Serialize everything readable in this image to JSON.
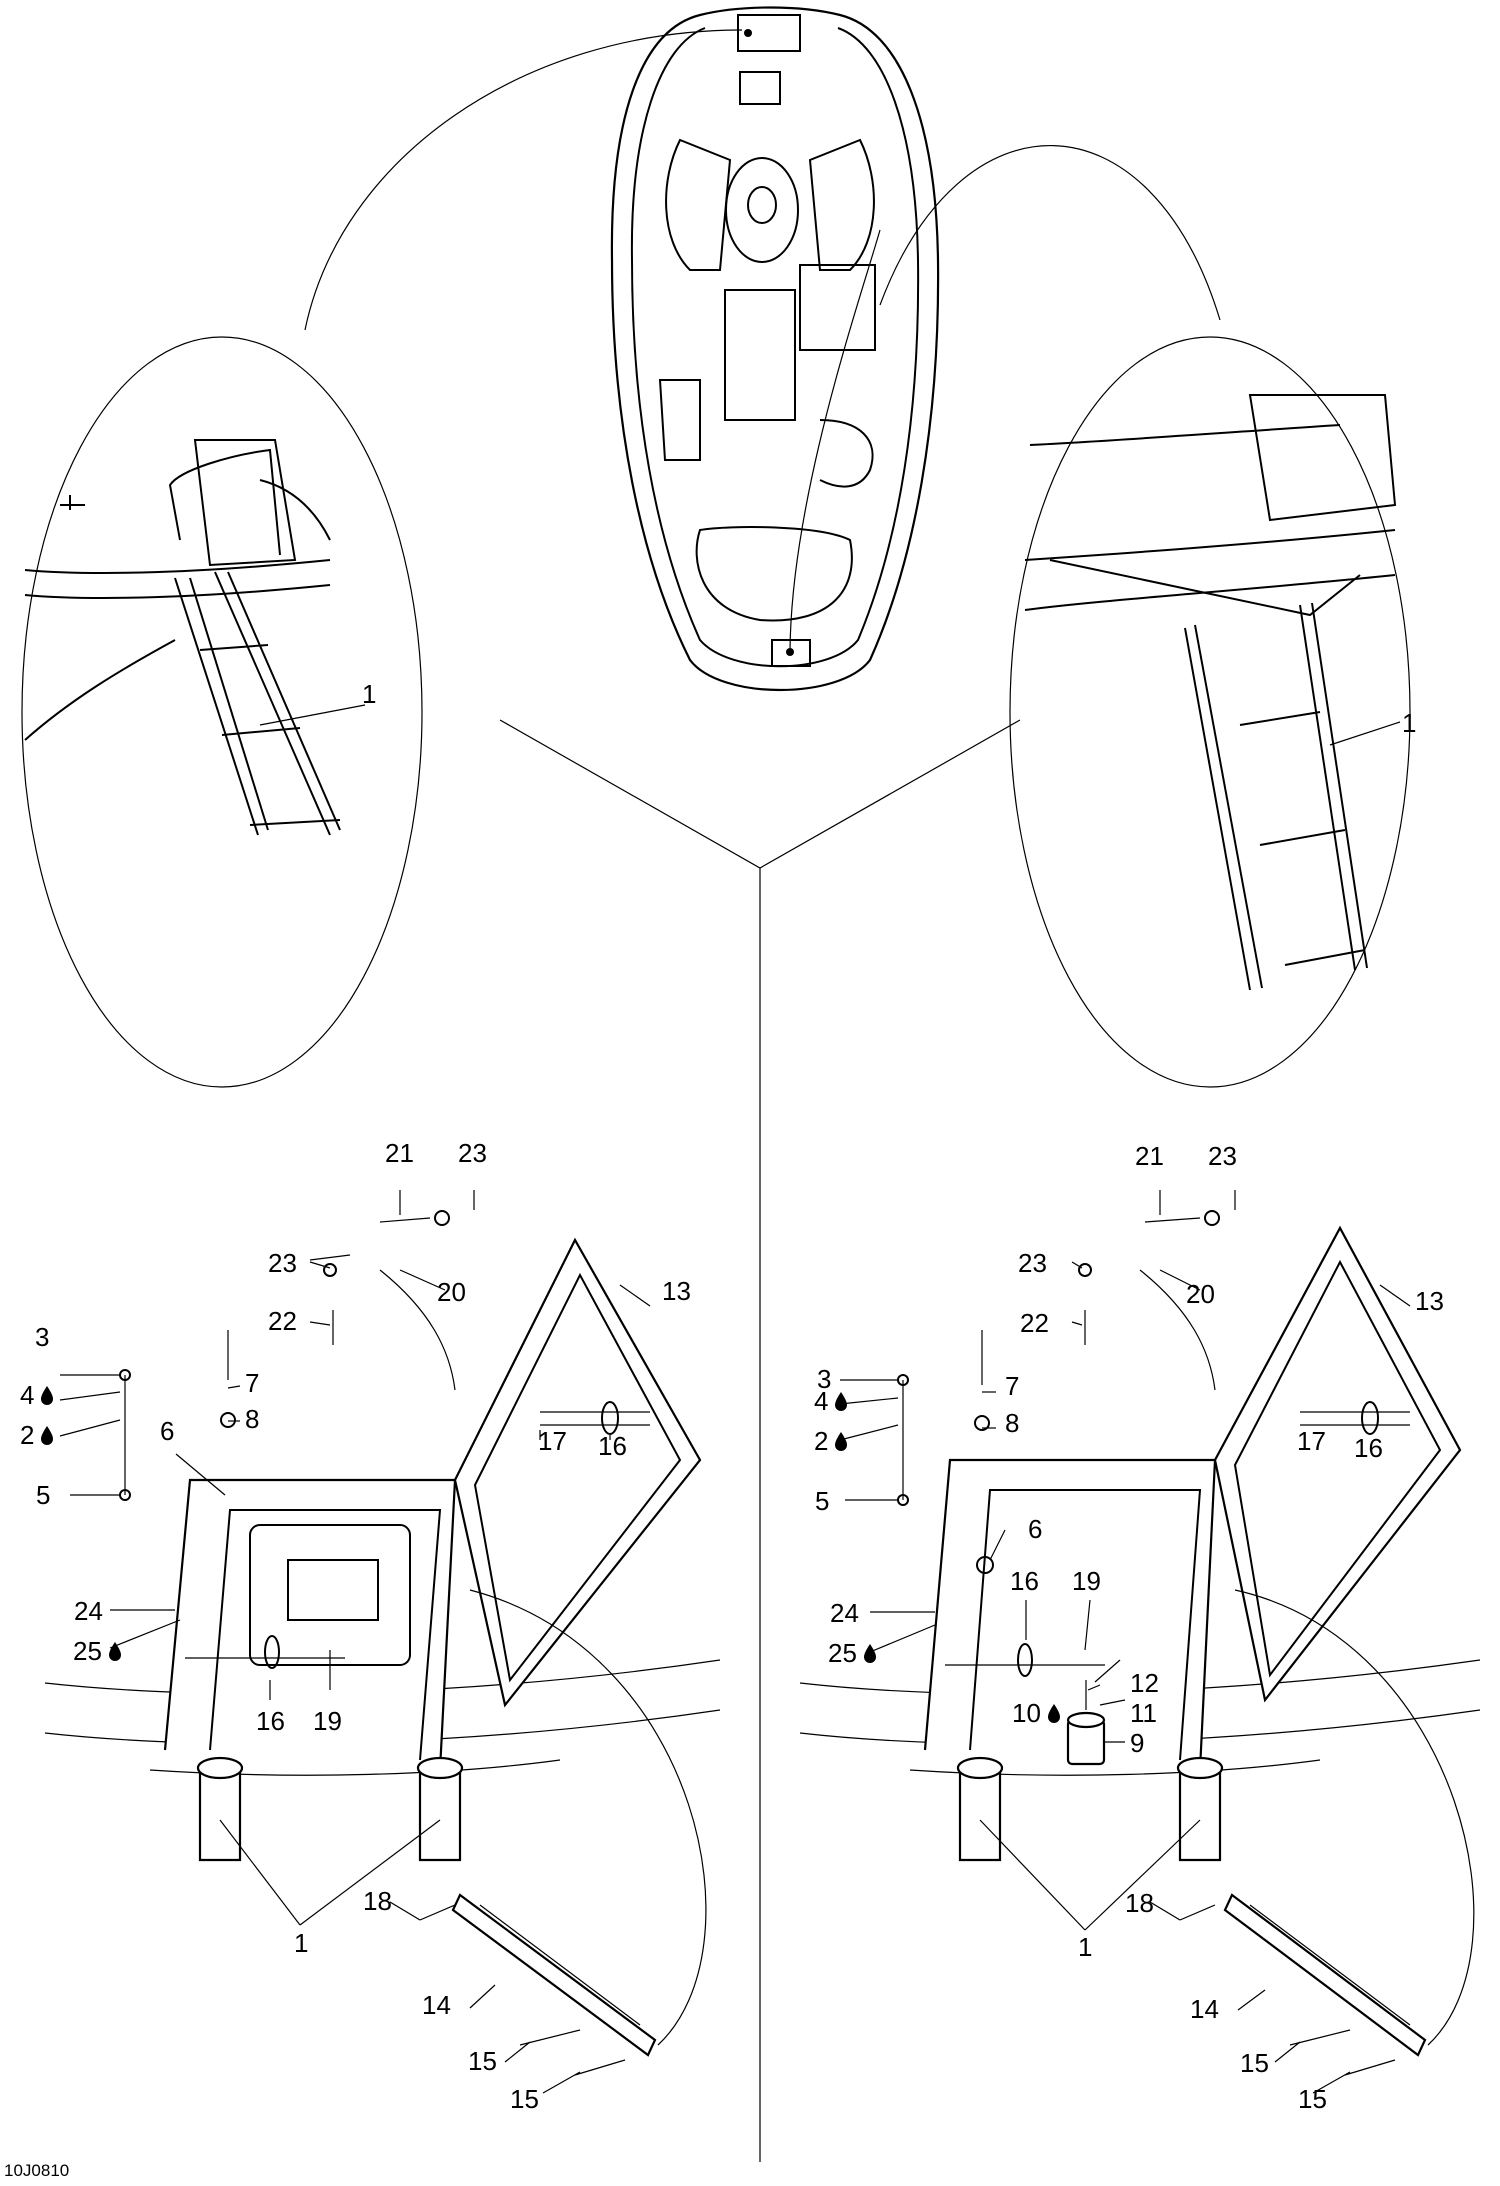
{
  "drawing_code": "10J0810",
  "callouts": {
    "left_circle": {
      "ladder": "1"
    },
    "right_circle": {
      "ladder": "1"
    },
    "left_assembly": {
      "c21": "21",
      "c23a": "23",
      "c23b": "23",
      "c20": "20",
      "c22": "22",
      "c13": "13",
      "c3": "3",
      "c4": "4",
      "c2": "2",
      "c7": "7",
      "c8": "8",
      "c6": "6",
      "c17": "17",
      "c16a": "16",
      "c5": "5",
      "c24": "24",
      "c25": "25",
      "c16b": "16",
      "c19": "19",
      "c1": "1",
      "c18": "18",
      "c14": "14",
      "c15a": "15",
      "c15b": "15"
    },
    "right_assembly": {
      "c21": "21",
      "c23a": "23",
      "c23b": "23",
      "c20": "20",
      "c22": "22",
      "c13": "13",
      "c3": "3",
      "c4": "4",
      "c2": "2",
      "c7": "7",
      "c8": "8",
      "c17": "17",
      "c16a": "16",
      "c5": "5",
      "c6": "6",
      "c24": "24",
      "c25": "25",
      "c16b": "16",
      "c19": "19",
      "c12": "12",
      "c10": "10",
      "c11": "11",
      "c9": "9",
      "c1": "1",
      "c18": "18",
      "c14": "14",
      "c15a": "15",
      "c15b": "15"
    }
  },
  "icons": {
    "adhesive": "drop-icon"
  }
}
